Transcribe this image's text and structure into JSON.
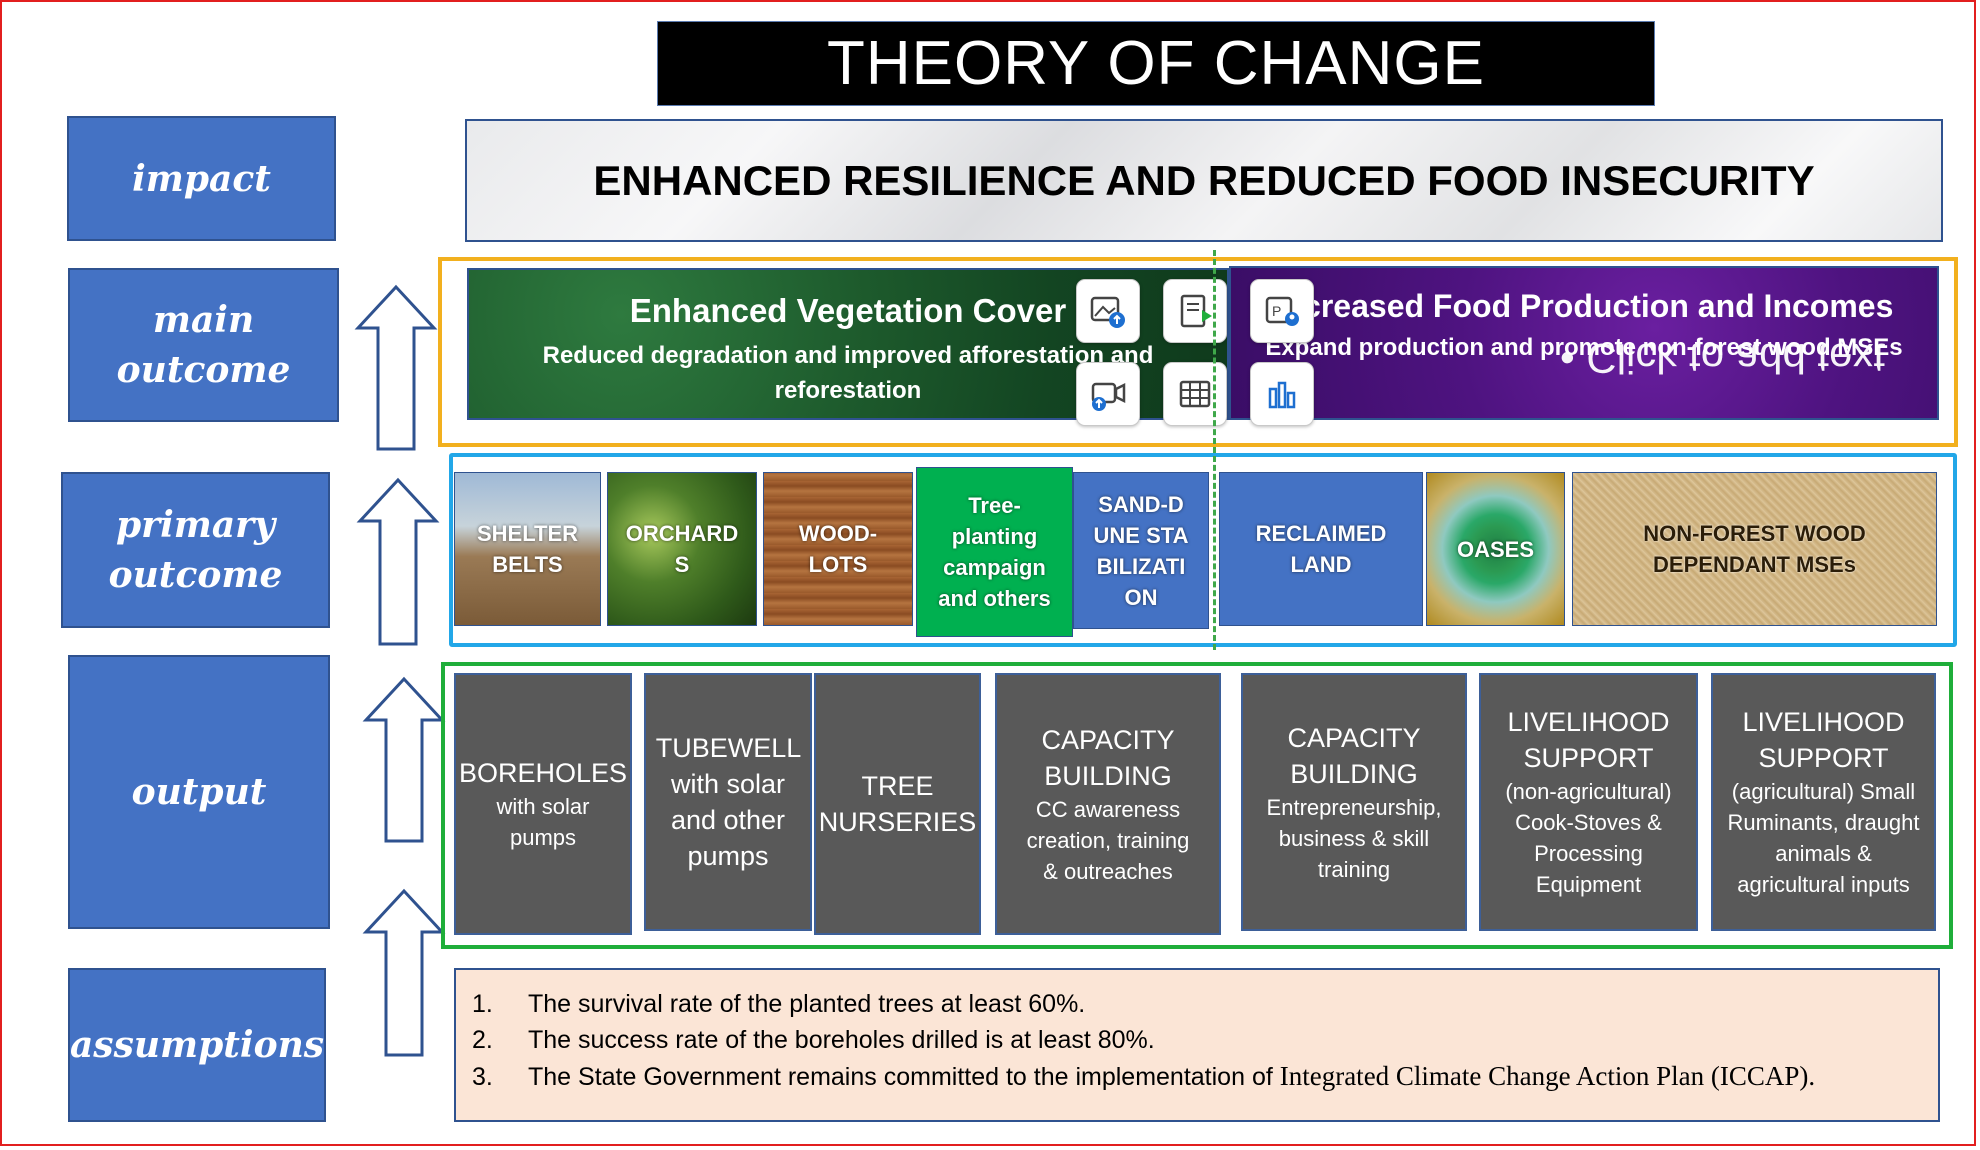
{
  "title": "THEORY OF CHANGE",
  "labels": {
    "impact": "impact",
    "main_outcome": "main outcome",
    "primary_outcome": "primary outcome",
    "output": "output",
    "assumptions": "assumptions"
  },
  "impact": "ENHANCED RESILIENCE AND REDUCED FOOD INSECURITY",
  "main_outcomes": [
    {
      "title": "Enhanced Vegetation Cover",
      "subtitle": "Reduced degradation and improved afforestation and reforestation"
    },
    {
      "title": "Increased Food Production and Incomes",
      "subtitle": "Expand production and promote non-forest wood MSEs"
    }
  ],
  "overlay_text": "• Click to add text",
  "primary_outcomes": [
    "SHELTER BELTS",
    "ORCHARDS",
    "WOOD-LOTS",
    "Tree-planting campaign and others",
    "SAND-DUNE STABILIZATION",
    "RECLAIMED LAND",
    "OASES",
    "NON-FOREST WOOD DEPENDANT MSEs"
  ],
  "outputs": [
    {
      "title": "BOREHOLES",
      "detail": "with solar pumps"
    },
    {
      "title": "TUBEWELL with solar and other pumps",
      "detail": ""
    },
    {
      "title": "TREE NURSERIES",
      "detail": ""
    },
    {
      "title": "CAPACITY BUILDING",
      "detail": "CC awareness creation, training & outreaches"
    },
    {
      "title": "CAPACITY BUILDING",
      "detail": "Entrepreneurship, business & skill training"
    },
    {
      "title": "LIVELIHOOD SUPPORT",
      "detail": "(non-agricultural) Cook-Stoves & Processing Equipment"
    },
    {
      "title": "LIVELIHOOD SUPPORT",
      "detail": "(agricultural) Small Ruminants, draught animals & agricultural inputs"
    }
  ],
  "assumptions": [
    {
      "num": "1.",
      "text": "The survival rate of the planted trees at least 60%."
    },
    {
      "num": "2.",
      "text": "The success rate of the boreholes drilled is at least 80%."
    },
    {
      "num": "3.",
      "text": "The State Government remains committed to the implementation of ",
      "text_serif": "Integrated Climate Change Action Plan (ICCAP)."
    }
  ],
  "icons": [
    "insert-picture-icon",
    "insert-slide-icon",
    "insert-video-icon",
    "insert-table-icon",
    "insert-smartart-icon",
    "insert-chart-icon"
  ]
}
